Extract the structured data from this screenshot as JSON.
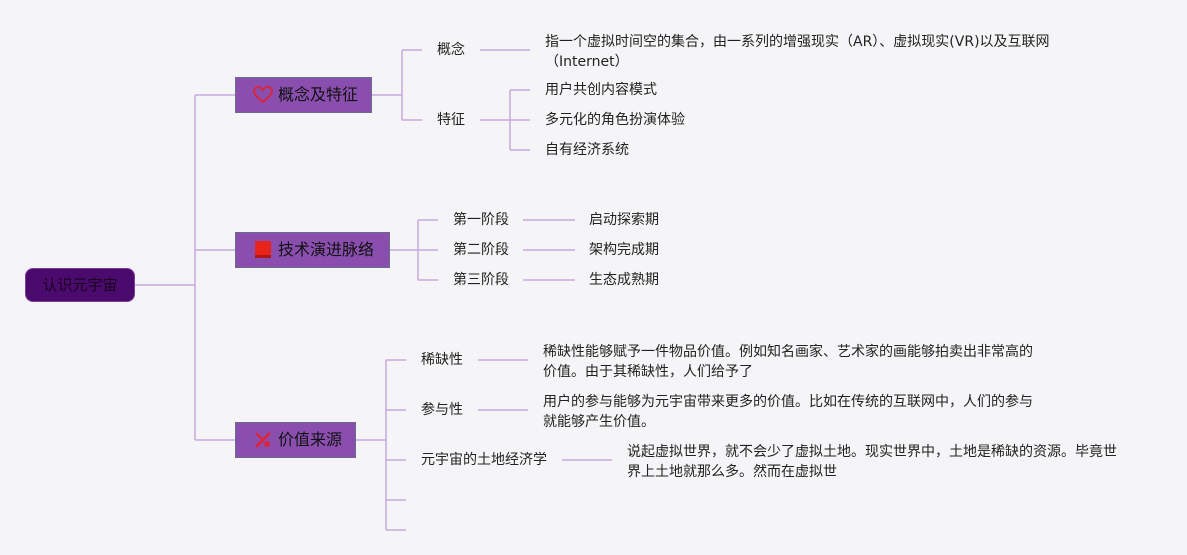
{
  "root": {
    "label": "认识元宇宙"
  },
  "branches": [
    {
      "label": "概念及特征",
      "icon": "heart-icon",
      "children": [
        {
          "label": "概念",
          "details": [
            "指一个虚拟时间空的集合，由一系列的增强现实（AR）、虚拟现实(VR)以及互联网（Internet）"
          ]
        },
        {
          "label": "特征",
          "details": [
            "用户共创内容模式",
            "多元化的角色扮演体验",
            "自有经济系统"
          ]
        }
      ]
    },
    {
      "label": "技术演进脉络",
      "icon": "red-flag-icon",
      "children": [
        {
          "label": "第一阶段",
          "details": [
            "启动探索期"
          ]
        },
        {
          "label": "第二阶段",
          "details": [
            "架构完成期"
          ]
        },
        {
          "label": "第三阶段",
          "details": [
            "生态成熟期"
          ]
        }
      ]
    },
    {
      "label": "价值来源",
      "icon": "tools-icon",
      "children": [
        {
          "label": "稀缺性",
          "details": [
            "稀缺性能够赋予一件物品价值。例如知名画家、艺术家的画能够拍卖出非常高的价值。由于其稀缺性，人们给予了"
          ]
        },
        {
          "label": "参与性",
          "details": [
            "用户的参与能够为元宇宙带来更多的价值。比如在传统的互联网中，人们的参与就能够产生价值。"
          ]
        },
        {
          "label": "元宇宙的土地经济学",
          "details": [
            "说起虚拟世界，就不会少了虚拟土地。现实世界中，土地是稀缺的资源。毕竟世界上土地就那么多。然而在虚拟世"
          ]
        }
      ]
    }
  ],
  "colors": {
    "line": "#c7a8de",
    "branch_fill": "#8a4fae",
    "root_fill": "#4b0a6e"
  }
}
